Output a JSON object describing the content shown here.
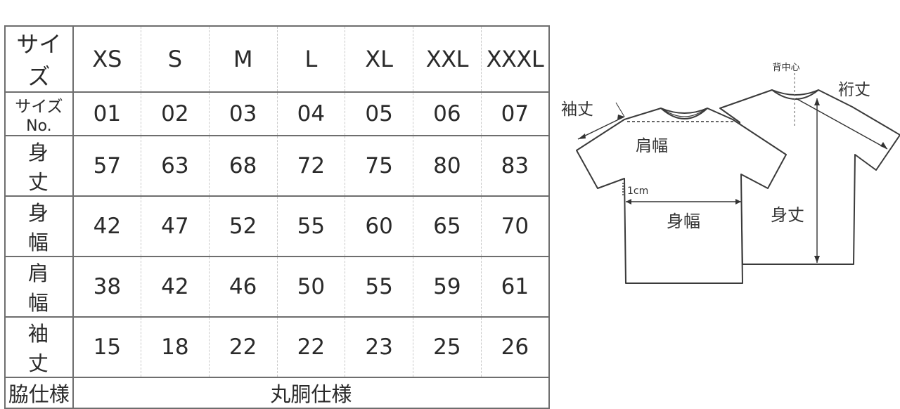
{
  "table": {
    "header_label": "サイズ",
    "sizes": [
      "XS",
      "S",
      "M",
      "L",
      "XL",
      "XXL",
      "XXXL"
    ],
    "size_no_label_prefix": "サイズ",
    "size_no_label_suffix": "No.",
    "size_numbers": [
      "01",
      "02",
      "03",
      "04",
      "05",
      "06",
      "07"
    ],
    "rows": [
      {
        "label": "身丈",
        "values": [
          "57",
          "63",
          "68",
          "72",
          "75",
          "80",
          "83"
        ]
      },
      {
        "label": "身幅",
        "values": [
          "42",
          "47",
          "52",
          "55",
          "60",
          "65",
          "70"
        ]
      },
      {
        "label": "肩幅",
        "values": [
          "38",
          "42",
          "46",
          "50",
          "55",
          "59",
          "61"
        ]
      },
      {
        "label": "袖丈",
        "values": [
          "15",
          "18",
          "22",
          "22",
          "23",
          "25",
          "26"
        ]
      }
    ],
    "side_label": "脇仕様",
    "side_value": "丸胴仕様"
  },
  "diagram": {
    "back_center": "背中心",
    "yuki": "裄丈",
    "sleeve_length": "袖丈",
    "shoulder_width": "肩幅",
    "one_cm": "1cm",
    "body_width": "身幅",
    "body_length": "身丈"
  },
  "colors": {
    "grid": "#6e6e6e",
    "dashed": "#c9c9c9",
    "outline": "#3a3a3a",
    "text": "#2a2a2a"
  }
}
